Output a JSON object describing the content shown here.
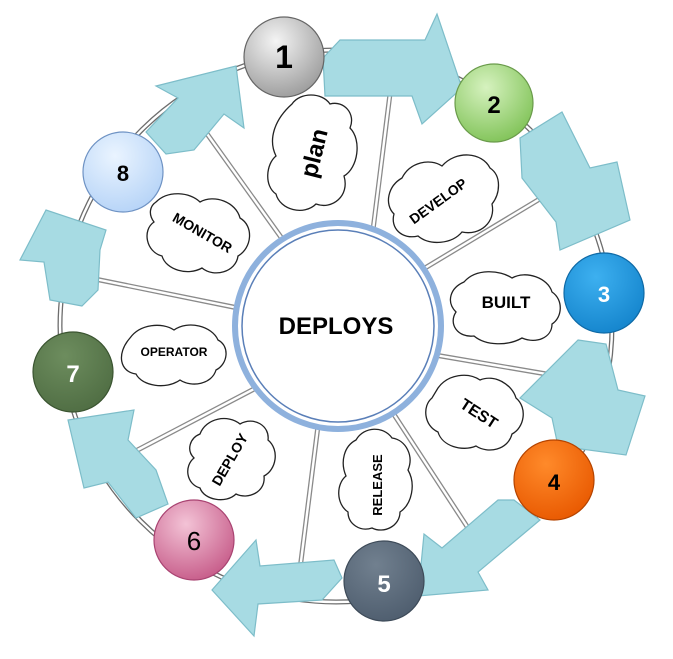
{
  "center_label": "DEPLOYS",
  "stages": [
    {
      "number": "1",
      "label": "plan",
      "color": "#b8b8b8"
    },
    {
      "number": "2",
      "label": "DEVELOP",
      "color": "#9fd67a"
    },
    {
      "number": "3",
      "label": "BUILT",
      "color": "#1f9ae0"
    },
    {
      "number": "4",
      "label": "TEST",
      "color": "#ff6a00"
    },
    {
      "number": "5",
      "label": "RELEASE",
      "color": "#5f6f82"
    },
    {
      "number": "6",
      "label": "DEPLOY",
      "color": "#d67aa0"
    },
    {
      "number": "7",
      "label": "OPERATOR",
      "color": "#5e7d50"
    },
    {
      "number": "8",
      "label": "MONITOR",
      "color": "#c9e0fb"
    }
  ],
  "colors": {
    "arrow_fill": "#a7dbe3",
    "arrow_stroke": "#7dbdc9",
    "center_ring": "#8eb1dd",
    "spoke": "#8a8a8a"
  }
}
